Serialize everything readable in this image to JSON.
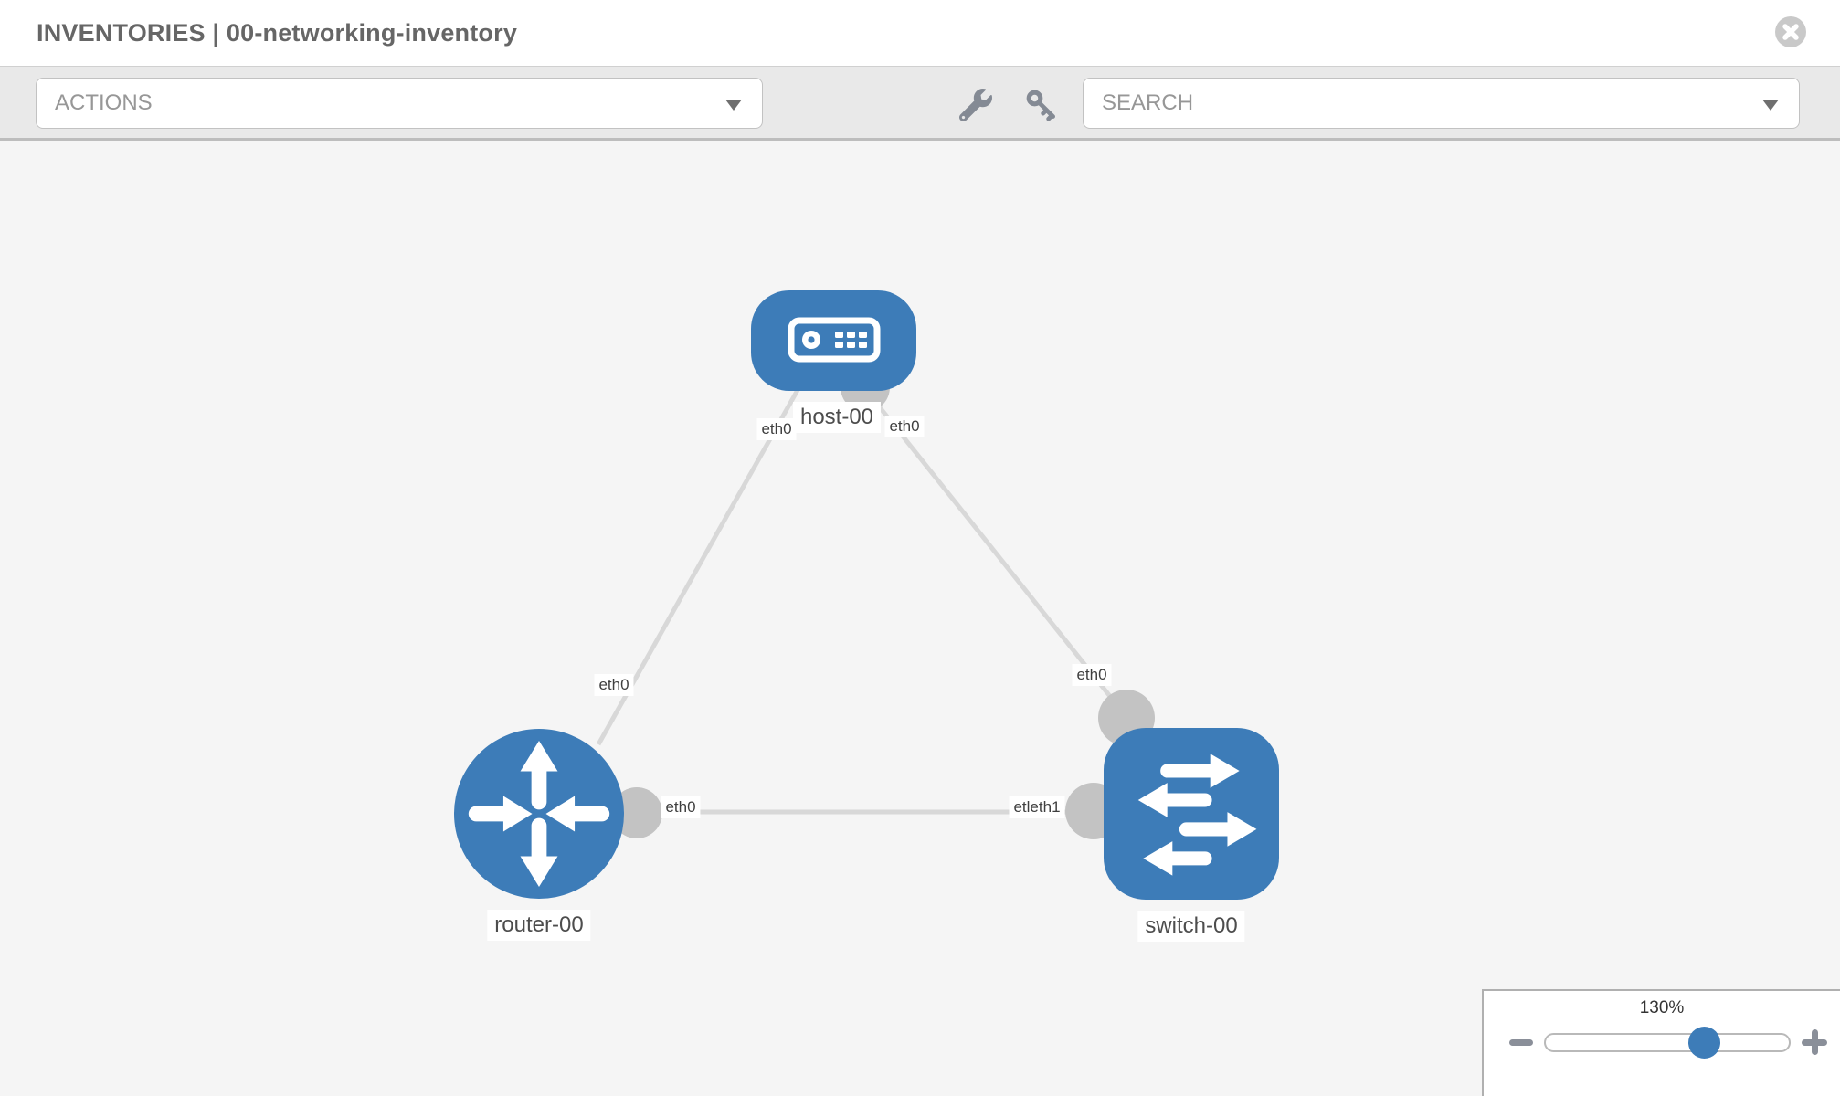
{
  "header": {
    "title": "INVENTORIES | 00-networking-inventory",
    "close_icon": "close-icon"
  },
  "toolbar": {
    "actions": {
      "label": "ACTIONS",
      "caret_icon": "chevron-down-icon"
    },
    "search": {
      "label": "SEARCH",
      "caret_icon": "chevron-down-icon"
    },
    "icons": [
      "wrench-icon",
      "key-icon"
    ]
  },
  "topology": {
    "nodes": [
      {
        "label": "host-00",
        "type": "host",
        "icon": "host-icon"
      },
      {
        "label": "router-00",
        "type": "router",
        "icon": "router-icon"
      },
      {
        "label": "switch-00",
        "type": "switch",
        "icon": "switch-icon"
      }
    ],
    "interface_labels": [
      {
        "text": "eth0",
        "location": "host-left"
      },
      {
        "text": "eth0",
        "location": "host-right"
      },
      {
        "text": "eth0",
        "location": "router-uplink"
      },
      {
        "text": "eth0",
        "location": "switch-uplink"
      },
      {
        "text": "eth0",
        "location": "router-switch-link-near-router"
      },
      {
        "text": "etleth1",
        "location": "router-switch-link-near-switch"
      }
    ],
    "links": [
      {
        "from": "host-00",
        "to": "router-00"
      },
      {
        "from": "host-00",
        "to": "switch-00"
      },
      {
        "from": "router-00",
        "to": "switch-00"
      }
    ]
  },
  "zoom_control": {
    "level": "130%",
    "slider_percent": 65,
    "minus_icon": "minus-icon",
    "plus_icon": "plus-icon"
  },
  "colors": {
    "node_blue": "#3d7cb8",
    "link_gray": "#d8d8d8",
    "port_gray": "#c3c3c3",
    "canvas_bg": "#f5f5f5",
    "toolbar_bg": "#e9e9e9"
  }
}
